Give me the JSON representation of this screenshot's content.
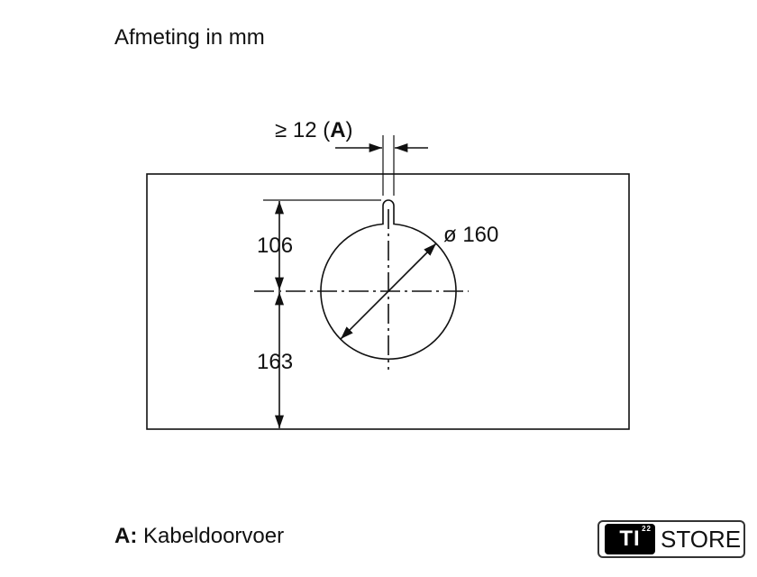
{
  "title": "Afmeting in mm",
  "dimensions": {
    "gap": "≥ 12 (",
    "gap_label": "A",
    "gap_close": ")",
    "top_distance": "106",
    "bottom_distance": "163",
    "diameter": "ø 160"
  },
  "legend": {
    "key": "A:",
    "text": "Kabeldoorvoer"
  },
  "logo": {
    "ti": "TI",
    "sup": "22",
    "store": "STORE"
  }
}
